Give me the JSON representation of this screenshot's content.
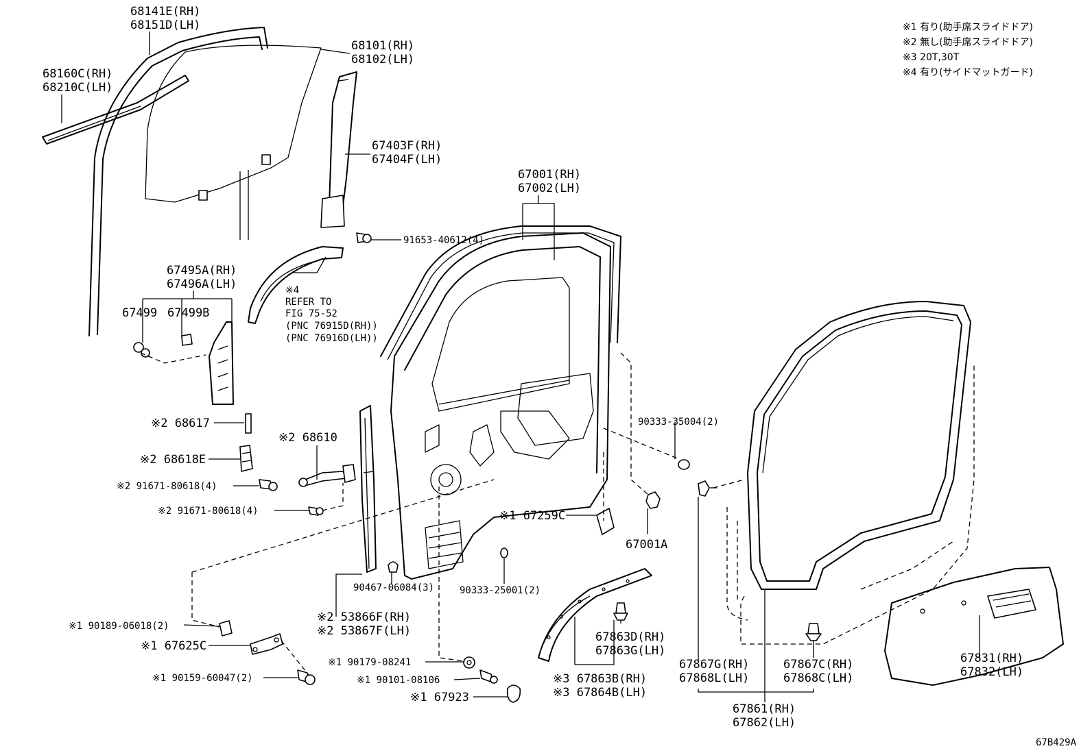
{
  "notes": [
    "※1 有り(助手席スライドドア)",
    "※2 無し(助手席スライドドア)",
    "※3 20T,30T",
    "※4 有り(サイドマットガード)"
  ],
  "figure_id": "67B429A",
  "labels": {
    "l68141E": "68141E(RH)",
    "l68151D": "68151D(LH)",
    "l68160C": "68160C(RH)",
    "l68210C": "68210C(LH)",
    "l68101": "68101(RH)",
    "l68102": "68102(LH)",
    "l67403F": "67403F(RH)",
    "l67404F": "67404F(LH)",
    "l91653": "91653-40612(4)",
    "l67001": "67001(RH)",
    "l67002": "67002(LH)",
    "l67495A": "67495A(RH)",
    "l67496A": "67496A(LH)",
    "l67499": "67499",
    "l67499B": "67499B",
    "ref4": "※4",
    "ref_refer": "REFER TO",
    "ref_fig": "FIG 75-52",
    "ref_pnc1": "(PNC 76915D(RH))",
    "ref_pnc2": "(PNC 76916D(LH))",
    "l68617": "※2 68617",
    "l68610": "※2 68610",
    "l68618E": "※2 68618E",
    "l91671a": "※2 91671-80618(4)",
    "l91671b": "※2 91671-80618(4)",
    "l90333_35004": "90333-35004(2)",
    "l67259C": "※1 67259C",
    "l67001A": "67001A",
    "l90467": "90467-06084(3)",
    "l90333_25001": "90333-25001(2)",
    "l53866F": "※2 53866F(RH)",
    "l53867F": "※2 53867F(LH)",
    "l90189": "※1 90189-06018(2)",
    "l67625C": "※1 67625C",
    "l90159": "※1 90159-60047(2)",
    "l90179": "※1 90179-08241",
    "l90101": "※1 90101-08106",
    "l67923": "※1 67923",
    "l67863D": "67863D(RH)",
    "l67863G": "67863G(LH)",
    "l67863B": "※3 67863B(RH)",
    "l67864B": "※3 67864B(LH)",
    "l67867G": "67867G(RH)",
    "l67868L": "67868L(LH)",
    "l67867C": "67867C(RH)",
    "l67868C": "67868C(LH)",
    "l67831": "67831(RH)",
    "l67832": "67832(LH)",
    "l67861": "67861(RH)",
    "l67862": "67862(LH)"
  }
}
